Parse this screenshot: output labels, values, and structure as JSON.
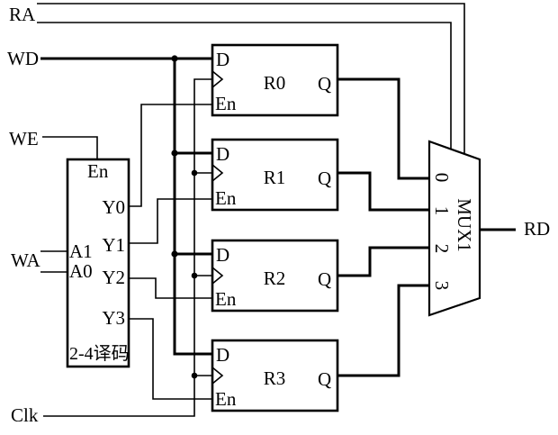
{
  "colors": {
    "ink": "#000000",
    "background": "#ffffff"
  },
  "signals": {
    "ra": "RA",
    "wd": "WD",
    "we": "WE",
    "wa": "WA",
    "clk": "Clk",
    "rd": "RD"
  },
  "decoder": {
    "enable_label": "En",
    "address_inputs": [
      "A1",
      "A0"
    ],
    "outputs": [
      "Y0",
      "Y1",
      "Y2",
      "Y3"
    ],
    "caption": "2-4译码"
  },
  "registers": [
    {
      "name": "R0",
      "d_label": "D",
      "en_label": "En",
      "q_label": "Q"
    },
    {
      "name": "R1",
      "d_label": "D",
      "en_label": "En",
      "q_label": "Q"
    },
    {
      "name": "R2",
      "d_label": "D",
      "en_label": "En",
      "q_label": "Q"
    },
    {
      "name": "R3",
      "d_label": "D",
      "en_label": "En",
      "q_label": "Q"
    }
  ],
  "mux": {
    "name": "MUX1",
    "inputs": [
      "0",
      "1",
      "2",
      "3"
    ]
  }
}
